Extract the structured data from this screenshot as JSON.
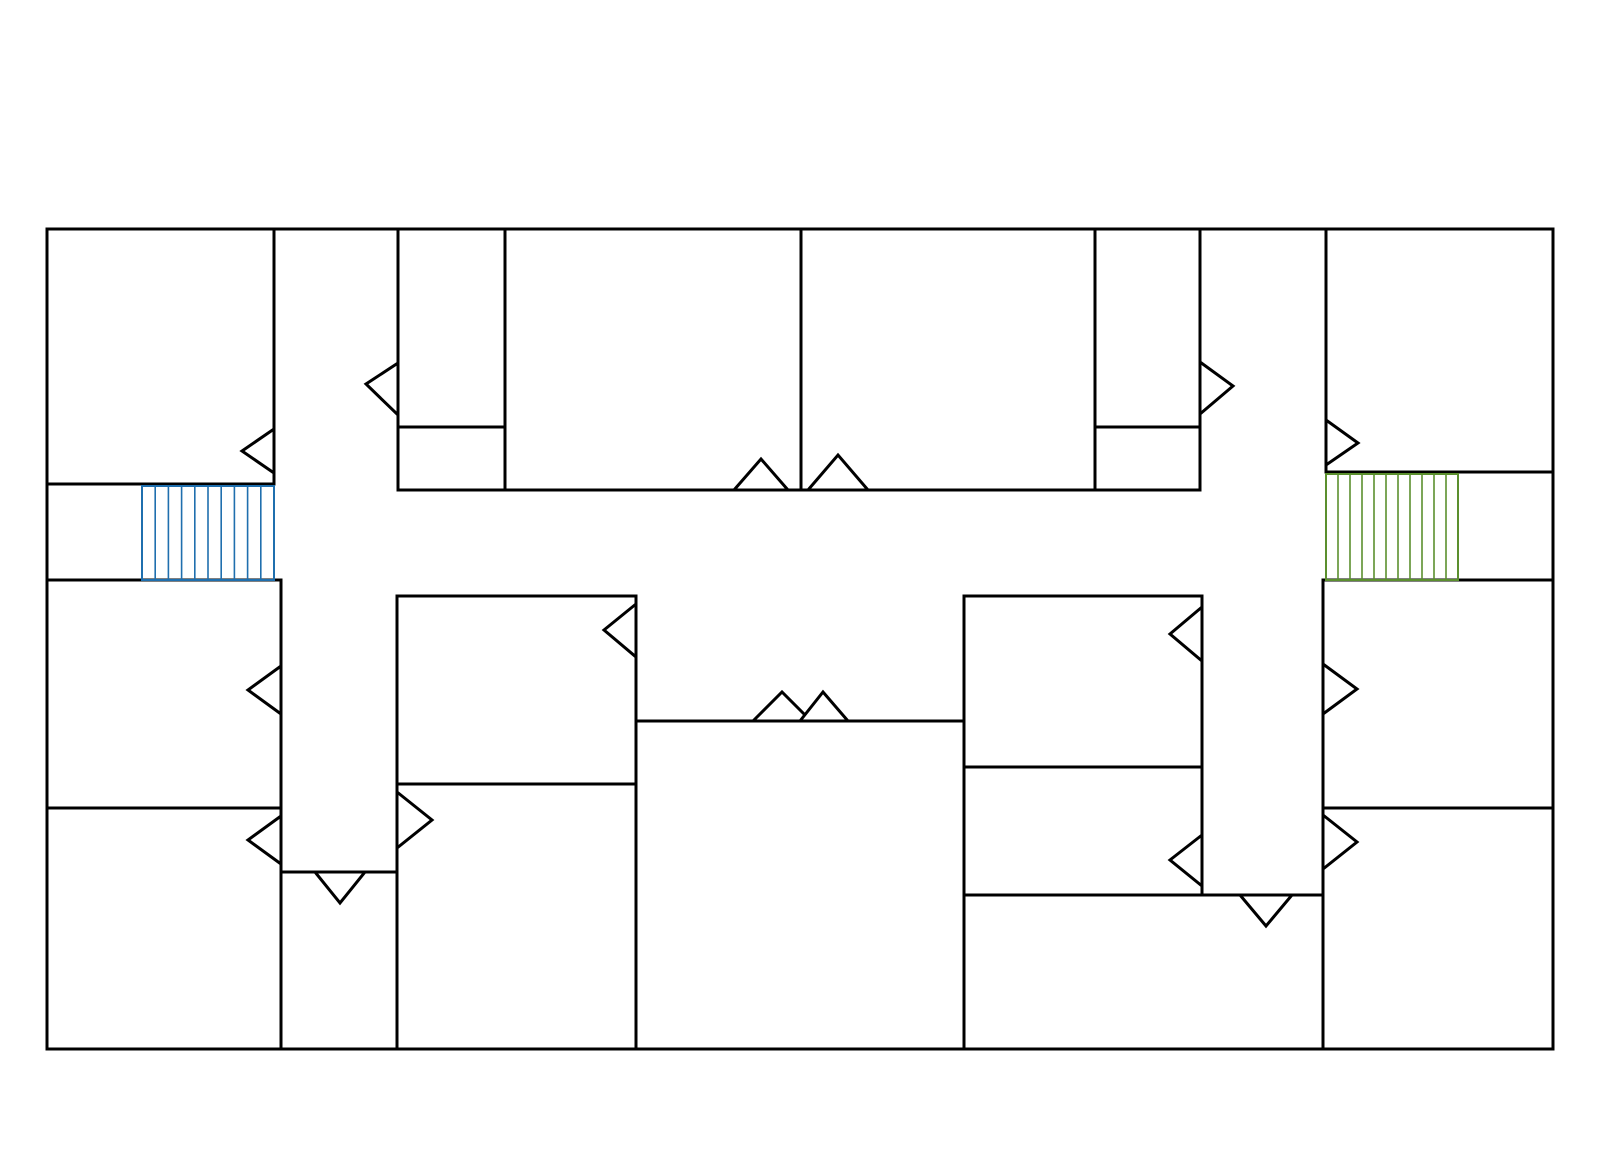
{
  "drawing": {
    "wall_color": "#000000",
    "background_color": "#ffffff"
  },
  "stairs": [
    {
      "id": "stair-west",
      "color": "#1f6fae",
      "treads": 9
    },
    {
      "id": "stair-east",
      "color": "#5b8f2e",
      "treads": 10
    }
  ]
}
